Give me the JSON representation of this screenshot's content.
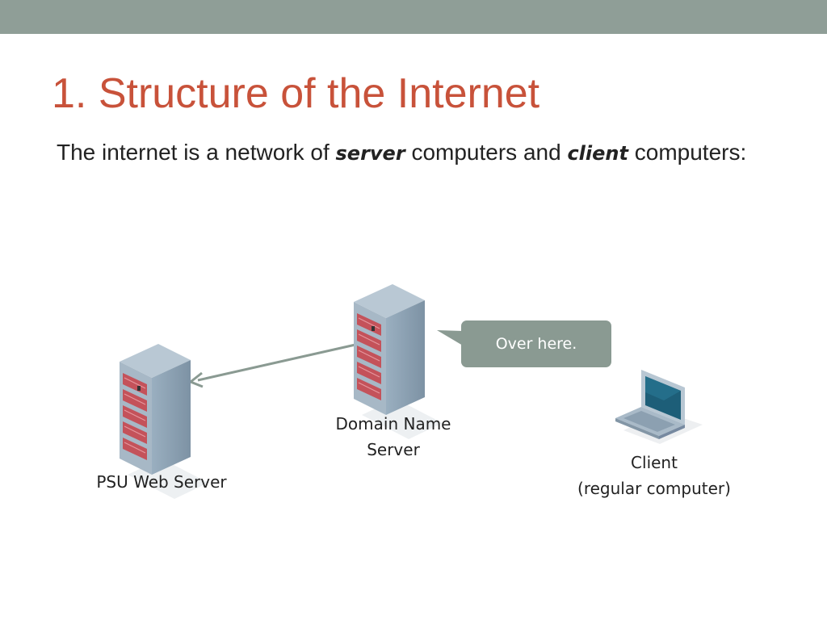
{
  "slide": {
    "title": "1. Structure of the Internet",
    "intro": {
      "prefix": "The internet is a network of ",
      "term1": "server",
      "middle": " computers and ",
      "term2": "client",
      "suffix": " computers:"
    }
  },
  "diagram": {
    "nodes": [
      {
        "id": "psu-web-server",
        "icon": "server-icon",
        "label": "PSU Web Server"
      },
      {
        "id": "dns",
        "icon": "server-icon",
        "label_line1": "Domain Name",
        "label_line2": "Server"
      },
      {
        "id": "client",
        "icon": "laptop-icon",
        "label_line1": "Client",
        "label_line2": "(regular computer)"
      }
    ],
    "edges": [
      {
        "from": "dns",
        "to": "psu-web-server",
        "style": "arrow"
      }
    ],
    "callout": {
      "text": "Over here.",
      "attached_to": "dns"
    }
  },
  "colors": {
    "top_bar": "#8f9e97",
    "title": "#c8523a",
    "callout": "#8a9a92",
    "arrow": "#8a9a92",
    "server_body": "#8fa3b4",
    "server_units": "#c4525a",
    "laptop_screen": "#1d5e78"
  }
}
